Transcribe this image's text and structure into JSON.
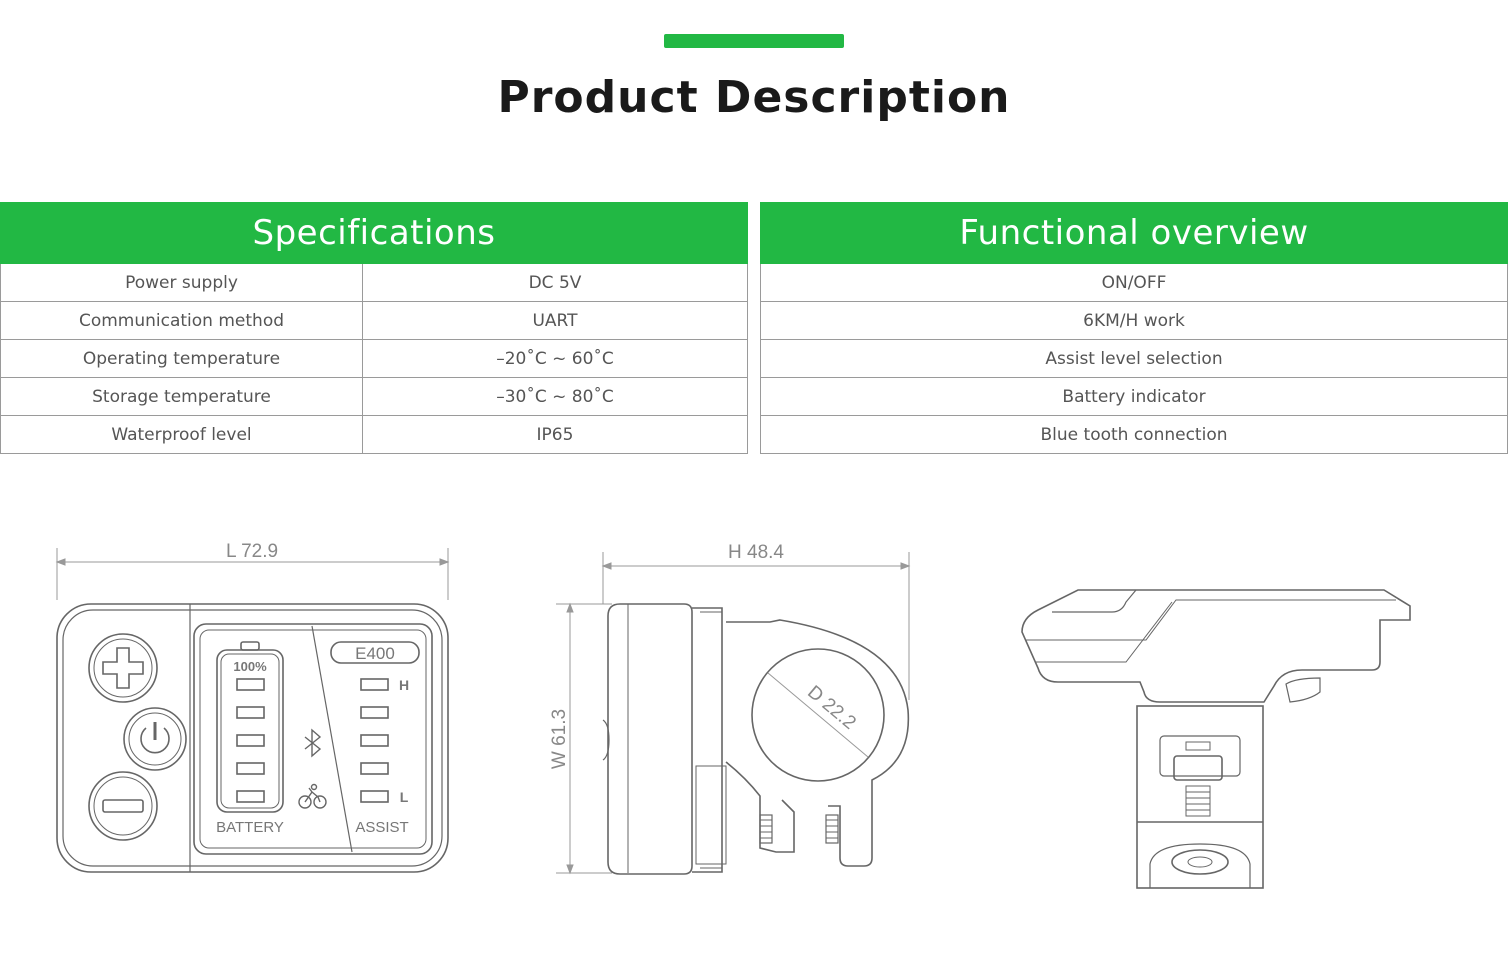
{
  "header": {
    "title": "Product Description",
    "accent_color": "#22b844"
  },
  "specifications": {
    "heading": "Specifications",
    "rows": [
      {
        "label": "Power supply",
        "value": "DC 5V"
      },
      {
        "label": "Communication method",
        "value": "UART"
      },
      {
        "label": "Operating temperature",
        "value": "–20˚C ~ 60˚C"
      },
      {
        "label": "Storage temperature",
        "value": "–30˚C ~ 80˚C"
      },
      {
        "label": "Waterproof level",
        "value": "IP65"
      }
    ]
  },
  "functional_overview": {
    "heading": "Functional overview",
    "items": [
      "ON/OFF",
      "6KM/H work",
      "Assist level selection",
      "Battery indicator",
      "Blue tooth connection"
    ]
  },
  "drawings": {
    "front": {
      "length_label": "L 72.9",
      "model": "E400",
      "battery_percent": "100%",
      "battery_label": "BATTERY",
      "assist_label": "ASSIST",
      "assist_high": "H",
      "assist_low": "L",
      "icons": [
        "plus-icon",
        "power-icon",
        "minus-icon",
        "bluetooth-icon",
        "bike-icon"
      ]
    },
    "side": {
      "height_label": "H 48.4",
      "width_label": "W 61.3",
      "diameter_label": "D 22.2"
    }
  }
}
